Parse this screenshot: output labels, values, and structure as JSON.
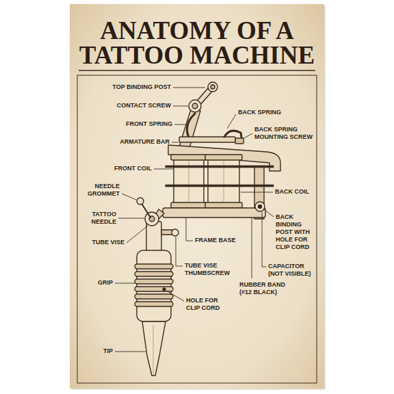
{
  "diagram": {
    "title": "ANATOMY OF A TATTOO MACHINE",
    "labels": [
      "TOP BINDING POST",
      "CONTACT SCREW",
      "FRONT SPRING",
      "ARMATURE BAR",
      "FRONT COIL",
      "NEEDLE GROMMET",
      "TATTOO NEEDLE",
      "TUBE VISE",
      "GRIP",
      "TIP",
      "BACK SPRING",
      "BACK SPRING MOUNTING SCREW",
      "BACK COIL",
      "BACK BINDING POST WITH HOLE FOR CLIP CORD",
      "CAPACITOR (NOT VISIBLE)",
      "RUBBER BAND (#12 BLACK)",
      "FRAME BASE",
      "TUBE VISE THUMBSCREW",
      "HOLE FOR CLIP CORD"
    ]
  }
}
